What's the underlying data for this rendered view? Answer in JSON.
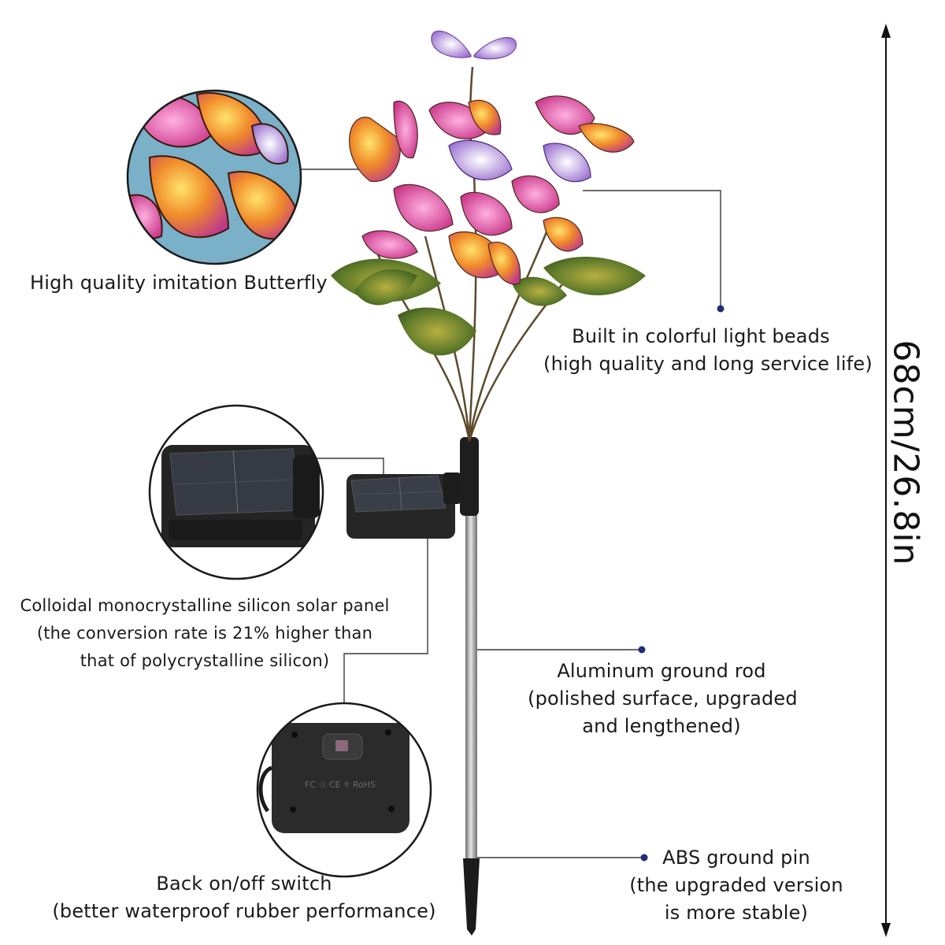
{
  "dimension": {
    "label": "68cm/26.8in"
  },
  "callouts": {
    "butterfly": {
      "line1": "High quality imitation Butterfly"
    },
    "beads": {
      "line1": "Built in colorful light beads",
      "line2": "(high quality and long service life)"
    },
    "solar": {
      "line1": "Colloidal monocrystalline silicon solar panel",
      "line2": "(the conversion rate is 21% higher than",
      "line3": "that of polycrystalline silicon)"
    },
    "rod": {
      "line1": "Aluminum ground rod",
      "line2": "(polished surface, upgraded",
      "line3": "and lengthened)"
    },
    "switch": {
      "line1": "Back on/off switch",
      "line2": "(better waterproof rubber performance)"
    },
    "pin": {
      "line1": "ABS ground pin",
      "line2": "(the upgraded version",
      "line3": "is more stable)"
    }
  },
  "panel_marks": {
    "back_label": "FC ♲ CE ♱ RoHS"
  },
  "colors": {
    "accent_dot": "#1f2d7a",
    "leader_line": "#3a3a3a",
    "rod": "#9a9a9a",
    "panel": "#2a2a2a"
  }
}
